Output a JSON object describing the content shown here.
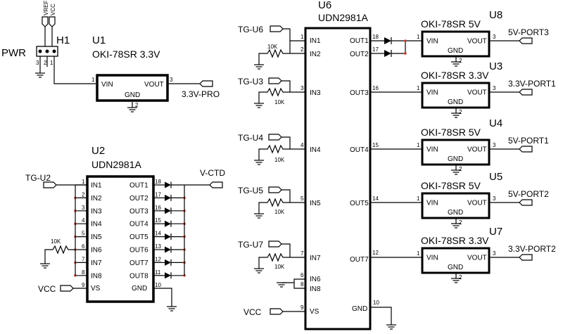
{
  "header": {
    "pwr_label": "PWR",
    "h1_ref": "H1",
    "h1_pins": [
      "3",
      "2",
      "1"
    ],
    "vref_label": "VREF",
    "vcc_top_label": "VCC"
  },
  "u1": {
    "ref": "U1",
    "part": "OKI-78SR 3.3V",
    "vin": "VIN",
    "vout": "VOUT",
    "gnd": "GND",
    "pin_in": "1",
    "pin_out": "3",
    "pin_gnd": "2",
    "net_out": "3.3V-PRO"
  },
  "u2": {
    "ref": "U2",
    "part": "UDN2981A",
    "inputs": [
      {
        "name": "IN1",
        "pin": "1"
      },
      {
        "name": "IN2",
        "pin": "2"
      },
      {
        "name": "IN3",
        "pin": "3"
      },
      {
        "name": "IN4",
        "pin": "4"
      },
      {
        "name": "IN5",
        "pin": "5"
      },
      {
        "name": "IN6",
        "pin": "6"
      },
      {
        "name": "IN7",
        "pin": "7"
      },
      {
        "name": "IN8",
        "pin": "8"
      }
    ],
    "outputs": [
      {
        "name": "OUT1",
        "pin": "18"
      },
      {
        "name": "OUT2",
        "pin": "17"
      },
      {
        "name": "OUT3",
        "pin": "16"
      },
      {
        "name": "OUT4",
        "pin": "15"
      },
      {
        "name": "OUT5",
        "pin": "14"
      },
      {
        "name": "OUT6",
        "pin": "13"
      },
      {
        "name": "OUT7",
        "pin": "12"
      },
      {
        "name": "OUT8",
        "pin": "11"
      }
    ],
    "vs": "VS",
    "vs_pin": "9",
    "gnd": "GND",
    "gnd_pin": "10",
    "net_in": "TG-U2",
    "net_out": "V-CTD",
    "net_vcc": "VCC",
    "resistor": "10K"
  },
  "u6": {
    "ref": "U6",
    "part": "UDN2981A",
    "in1": "IN1",
    "in1_pin": "1",
    "in2": "IN2",
    "in2_pin": "2",
    "in3": "IN3",
    "in3_pin": "3",
    "in4": "IN4",
    "in4_pin": "4",
    "in5": "IN5",
    "in5_pin": "5",
    "in7": "IN7",
    "in7_pin": "7",
    "in6": "IN6",
    "in6_pin": "6",
    "in8": "IN8",
    "in8_pin": "8",
    "out1": "OUT1",
    "out1_pin": "18",
    "out2": "OUT2",
    "out2_pin": "17",
    "out3": "OUT3",
    "out3_pin": "16",
    "out4": "OUT4",
    "out4_pin": "15",
    "out5": "OUT5",
    "out5_pin": "14",
    "out7": "OUT7",
    "out7_pin": "12",
    "vs": "VS",
    "vs_pin": "9",
    "gnd": "GND",
    "gnd_pin": "10",
    "net_vcc": "VCC",
    "nets_in": [
      "TG-U6",
      "TG-U3",
      "TG-U4",
      "TG-U5",
      "TG-U7"
    ],
    "resistor": "10K"
  },
  "regs": [
    {
      "ref": "U8",
      "part": "OKI-78SR 5V",
      "net": "5V-PORT3"
    },
    {
      "ref": "U3",
      "part": "OKI-78SR 3.3V",
      "net": "3.3V-PORT1"
    },
    {
      "ref": "U4",
      "part": "OKI-78SR 5V",
      "net": "5V-PORT1"
    },
    {
      "ref": "U5",
      "part": "OKI-78SR 5V",
      "net": "5V-PORT2"
    },
    {
      "ref": "U7",
      "part": "OKI-78SR 3.3V",
      "net": "3.3V-PORT2"
    }
  ],
  "reg_pins": {
    "vin": "VIN",
    "vout": "VOUT",
    "gnd": "GND",
    "pin_in": "1",
    "pin_out": "3",
    "pin_gnd": "2"
  }
}
